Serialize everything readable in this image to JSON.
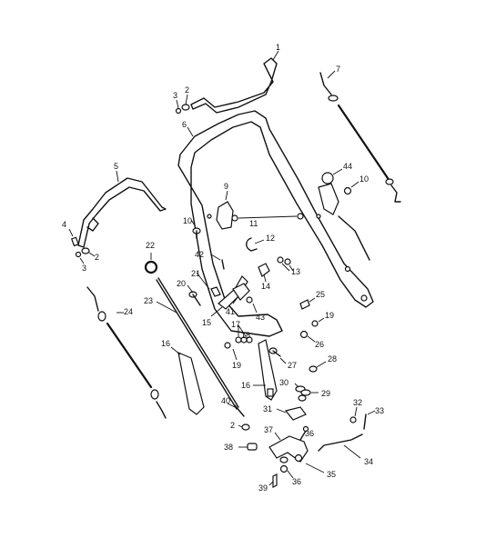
{
  "labels": {
    "l1": "1",
    "l2a": "2",
    "l2b": "2",
    "l2c": "2",
    "l3a": "3",
    "l3b": "3",
    "l4": "4",
    "l5": "5",
    "l6": "6",
    "l7": "7",
    "l9": "9",
    "l10a": "10",
    "l10b": "10",
    "l11": "11",
    "l12": "12",
    "l13": "13",
    "l14": "14",
    "l15": "15",
    "l16a": "16",
    "l16b": "16",
    "l17": "17",
    "l18": "18",
    "l19a": "19",
    "l19b": "19",
    "l20": "20",
    "l21": "21",
    "l22": "22",
    "l23": "23",
    "l24": "24",
    "l25": "25",
    "l26": "26",
    "l27": "27",
    "l28": "28",
    "l29": "29",
    "l30": "30",
    "l31": "31",
    "l32": "32",
    "l33": "33",
    "l34": "34",
    "l35": "35",
    "l36a": "36",
    "l36b": "36",
    "l37": "37",
    "l38": "38",
    "l39": "39",
    "l40": "40",
    "l41": "41",
    "l42": "42",
    "l43": "43",
    "l44": "44"
  }
}
